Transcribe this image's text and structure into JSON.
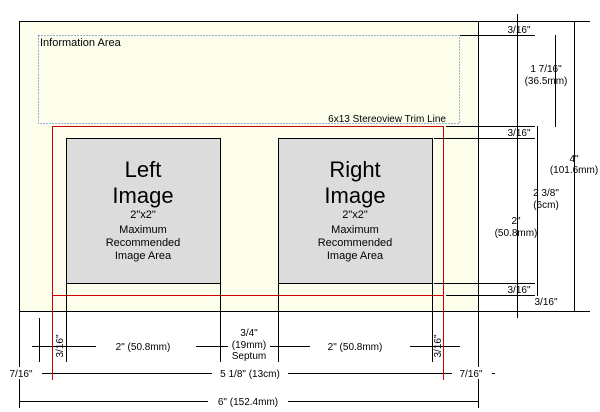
{
  "colors": {
    "card_fill": "#fdfdeb",
    "trim_line": "#cc0000",
    "info_border": "#3366cc",
    "image_fill": "#dcdcdc",
    "dimension_line": "#000000"
  },
  "labels": {
    "info_area": "Information Area",
    "trim_line": "6x13 Stereoview Trim Line",
    "left_image_line1": "Left",
    "left_image_line2": "Image",
    "right_image_line1": "Right",
    "right_image_line2": "Image",
    "image_size": "2\"x2\"",
    "max_line1": "Maximum",
    "max_line2": "Recommended",
    "max_line3": "Image Area"
  },
  "dimensions": {
    "top_margin": "3/16\"",
    "info_height": "1 7/16\"",
    "info_height_mm": "(36.5mm)",
    "card_height": "4\"",
    "card_height_mm": "(101.6mm)",
    "trim_height": "2 3/8\"",
    "trim_height_cm": "(6cm)",
    "image_height": "2\"",
    "image_height_mm": "(50.8mm)",
    "trim_top_gap": "3/16\"",
    "trim_bottom_gap": "3/16\"",
    "bottom_margin": "3/16\"",
    "left_gap": "3/16\"",
    "right_gap": "3/16\"",
    "image_width": "2\" (50.8mm)",
    "septum": "3/4\"",
    "septum_mm": "(19mm)",
    "septum_label": "Septum",
    "side_margin_left": "7/16\"",
    "side_margin_right": "7/16\"",
    "trim_width": "5 1/8\" (13cm)",
    "card_width": "6\" (152.4mm)"
  }
}
